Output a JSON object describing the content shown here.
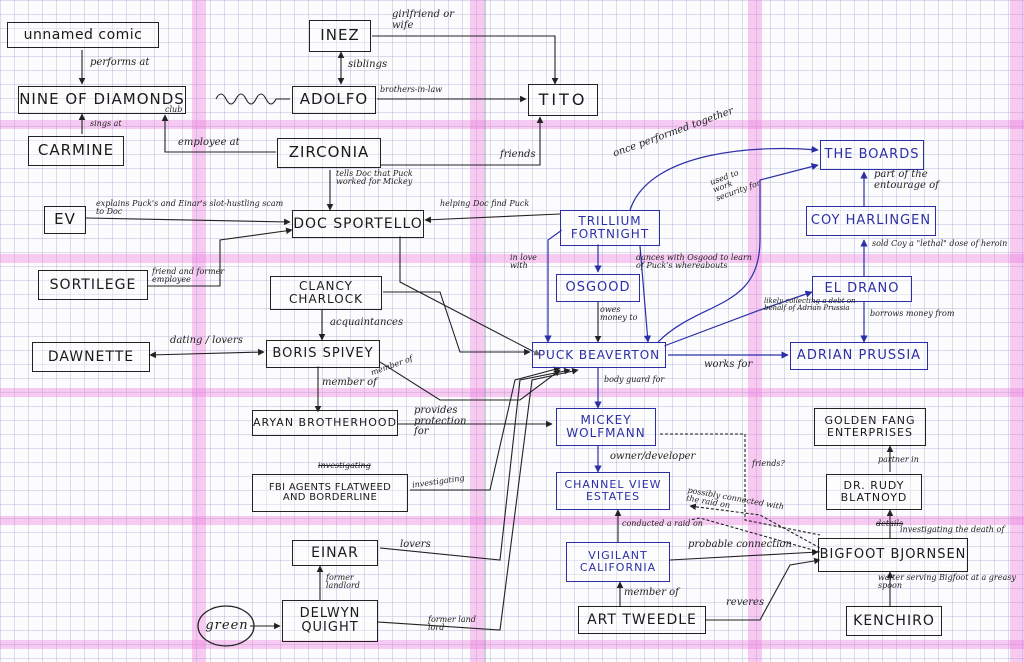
{
  "nodes": {
    "unnamed_comic": "unnamed comic",
    "nine_of_diamonds": "NINE OF DIAMONDS",
    "club": "club",
    "carmine": "CARMINE",
    "inez": "INEZ",
    "adolfo": "ADOLFO",
    "tito": "TITO",
    "zirconia": "ZIRCONIA",
    "ev": "EV",
    "doc_sportello": "DOC SPORTELLO",
    "sortilege": "SORTILEGE",
    "clancy_charlock": "CLANCY CHARLOCK",
    "dawnette": "DAWNETTE",
    "boris_spivey": "BORIS SPIVEY",
    "aryan_brotherhood": "ARYAN BROTHERHOOD",
    "fbi_agents": "FBI AGENTS FLATWEED AND BORDERLINE",
    "einar": "EINAR",
    "green": "green",
    "delwyn_quight": "DELWYN QUIGHT",
    "trillium_fortnight": "TRILLIUM FORTNIGHT",
    "osgood": "OSGOOD",
    "puck_beaverton": "PUCK BEAVERTON",
    "mickey_wolfmann": "MICKEY WOLFMANN",
    "channel_view_estates": "CHANNEL VIEW ESTATES",
    "vigilant_california": "VIGILANT CALIFORNIA",
    "art_tweedle": "ART TWEEDLE",
    "the_boards": "THE BOARDS",
    "coy_harlingen": "COY HARLINGEN",
    "el_drano": "EL DRANO",
    "adrian_prussia": "ADRIAN PRUSSIA",
    "golden_fang": "GOLDEN FANG ENTERPRISES",
    "dr_rudy_blatnoyd": "DR. RUDY BLATNOYD",
    "bigfoot_bjornsen": "BIGFOOT BJORNSEN",
    "kenchiro": "KENCHIRO"
  },
  "labels": {
    "performs_at": "performs at",
    "sings_at": "sings at",
    "girlfriend_or_wife": "girlfriend or wife",
    "siblings": "siblings",
    "brothers_in_law": "brothers-in-law",
    "employee_at": "employee at",
    "friends_tito": "friends",
    "tells_doc": "tells Doc that Puck worked for Mickey",
    "explains": "explains Puck's and Einar's slot-hustling scam to Doc",
    "helping_doc": "helping Doc find Puck",
    "once_performed": "once performed together",
    "used_to_work": "used to work security for",
    "part_of_entourage": "part of the entourage of",
    "sold_coy": "sold Coy a \"lethal\" dose of heroin",
    "friend_former": "friend and former employee",
    "in_love_with": "in love with",
    "dances_with": "dances with Osgood to learn of Puck's whereabouts",
    "acquaintances": "acquaintances",
    "owes_money": "owes money to",
    "likely_collecting": "likely collecting a debt on behalf of Adrian Prussia",
    "borrows_money": "borrows money from",
    "dating_lovers": "dating / lovers",
    "member_of_boris": "member of",
    "member_of_ab": "member of",
    "works_for": "works for",
    "body_guard": "body guard for",
    "provides_protection": "provides protection for",
    "investigating_struck": "investigating",
    "investigating": "investigating",
    "owner_developer": "owner/developer",
    "friends_q": "friends?",
    "partner_in": "partner in",
    "possibly_connected": "possibly connected with the raid on",
    "conducted_raid": "conducted a raid on",
    "struck_details": "details",
    "investigating_death": "investigating the death of",
    "probable_connection": "probable connection",
    "lovers": "lovers",
    "former_landlord_einar": "former landlord",
    "former_landlord_puck": "former land lord",
    "member_of_vigilant": "member of",
    "reveres": "reveres",
    "waiter_serving": "waiter serving Bigfoot at a greasy spoon"
  }
}
